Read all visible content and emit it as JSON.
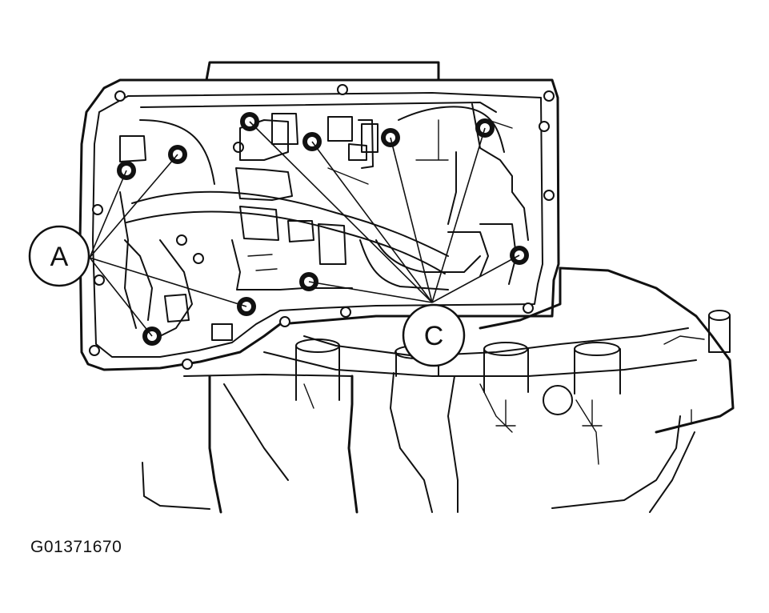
{
  "callouts": {
    "a": {
      "label": "A"
    },
    "c": {
      "label": "C"
    }
  },
  "figure_id": "G01371670",
  "colors": {
    "ink": "#111111",
    "paper": "#ffffff"
  }
}
